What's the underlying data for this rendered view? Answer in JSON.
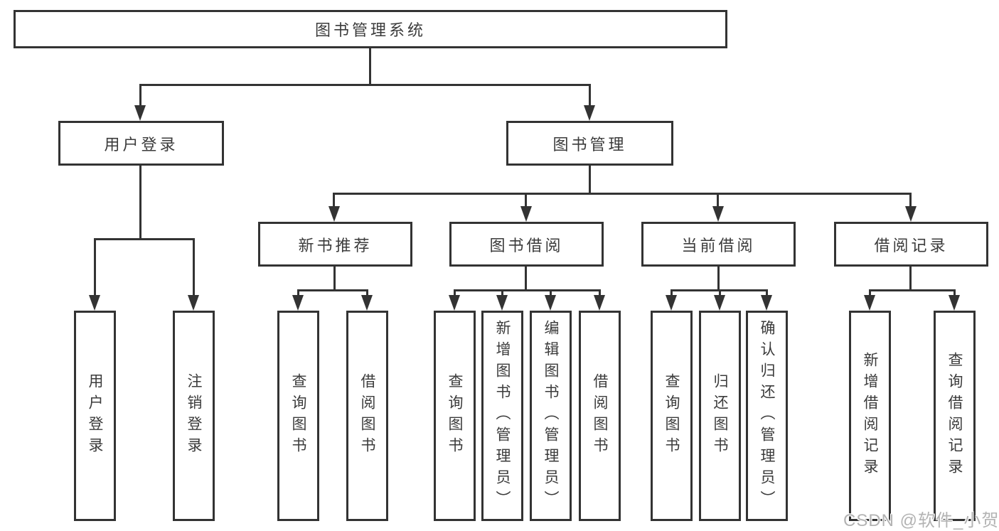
{
  "diagram_title": "图书管理系统",
  "colors": {
    "line": "#333333",
    "box_border": "#333333",
    "box_background": "#ffffff",
    "text": "#3b3b3b",
    "page_background": "#ffffff",
    "watermark": "#b3b3b3"
  },
  "watermark": {
    "text": "CSDN @软件_小贺同学"
  },
  "tree": {
    "root": "图书管理系统",
    "branches": [
      {
        "label": "用户登录",
        "children": [
          {
            "label": "用户登录"
          },
          {
            "label": "注销登录"
          }
        ]
      },
      {
        "label": "图书管理",
        "children": [
          {
            "label": "新书推荐",
            "children": [
              {
                "label": "查询图书"
              },
              {
                "label": "借阅图书"
              }
            ]
          },
          {
            "label": "图书借阅",
            "children": [
              {
                "label": "查询图书"
              },
              {
                "label": "新增图书（管理员）"
              },
              {
                "label": "编辑图书（管理员）"
              },
              {
                "label": "借阅图书"
              }
            ]
          },
          {
            "label": "当前借阅",
            "children": [
              {
                "label": "查询图书"
              },
              {
                "label": "归还图书"
              },
              {
                "label": "确认归还（管理员）"
              }
            ]
          },
          {
            "label": "借阅记录",
            "children": [
              {
                "label": "新增借阅记录"
              },
              {
                "label": "查询借阅记录"
              }
            ]
          }
        ]
      }
    ]
  }
}
